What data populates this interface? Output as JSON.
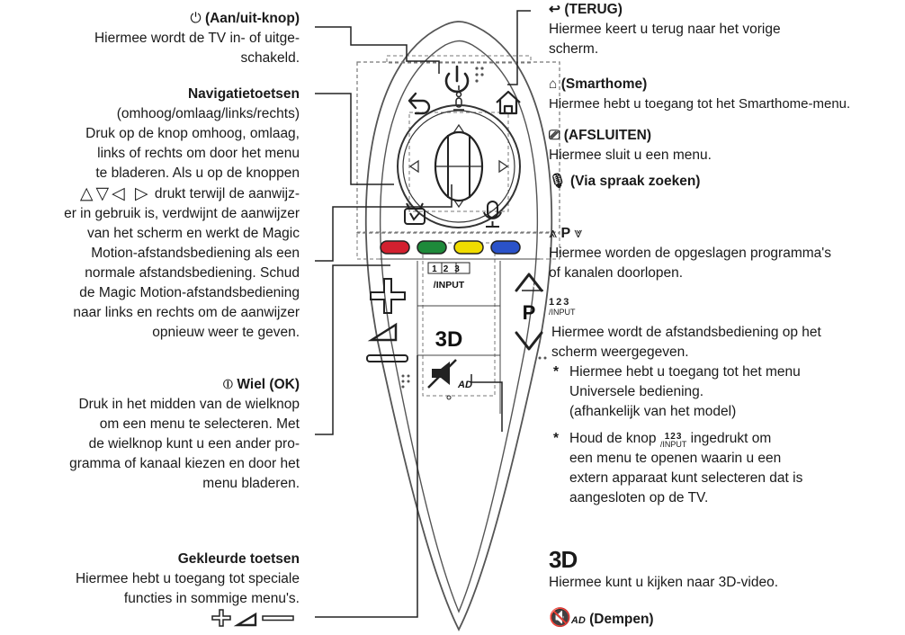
{
  "left": {
    "power": {
      "title": "(Aan/uit-knop)",
      "desc": [
        "Hiermee wordt de TV in- of uitge-",
        "schakeld."
      ]
    },
    "nav": {
      "title": "Navigatietoetsen",
      "desc": [
        "(omhoog/omlaag/links/rechts)",
        "Druk op de knop omhoog, omlaag,",
        "links of rechts om door het menu",
        "te bladeren. Als u op de knoppen",
        "drukt terwijl de aanwijz-",
        "er in gebruik is, verdwijnt de aanwijzer",
        "van het scherm en werkt de Magic",
        "Motion-afstandsbediening als een",
        "normale afstandsbediening. Schud",
        "de Magic Motion-afstandsbediening",
        "naar links en rechts om de aanwijzer",
        "opnieuw weer te geven."
      ]
    },
    "wheel": {
      "title": "Wiel (OK)",
      "desc": [
        "Druk in het midden van de wielknop",
        "om een menu te selecteren. Met",
        "de wielknop kunt u een ander pro-",
        "gramma of kanaal kiezen en door het",
        "menu bladeren."
      ]
    },
    "colors": {
      "title": "Gekleurde toetsen",
      "desc": [
        "Hiermee hebt u toegang tot speciale",
        "functies in sommige menu's."
      ]
    }
  },
  "right": {
    "back": {
      "title": "(TERUG)",
      "desc": [
        "Hiermee keert u terug naar het vorige",
        "scherm."
      ]
    },
    "home": {
      "title": "(Smarthome)",
      "desc": [
        "Hiermee hebt u toegang tot het Smarthome-menu."
      ]
    },
    "exit": {
      "title": "(AFSLUITEN)",
      "desc": [
        "Hiermee sluit u een menu."
      ]
    },
    "voice": {
      "title": "(Via spraak zoeken)"
    },
    "program": {
      "letter": "P",
      "desc": [
        "Hiermee worden de opgeslagen programma's",
        "of kanalen doorlopen."
      ]
    },
    "input": {
      "icon_top": "123",
      "icon_bottom": "/INPUT",
      "desc": [
        "Hiermee wordt de afstandsbediening op het",
        "scherm weergegeven."
      ],
      "bullet1": [
        "Hiermee hebt u toegang tot het menu",
        "Universele bediening.",
        "(afhankelijk van het model)"
      ],
      "bullet2_pre": "Houd de knop",
      "bullet2_post": "ingedrukt om",
      "bullet2": [
        "een menu te openen waarin u een",
        "extern apparaat kunt selecteren dat is",
        "aangesloten op de TV."
      ]
    },
    "three_d": {
      "logo": "3D",
      "desc": [
        "Hiermee kunt u kijken naar 3D-video."
      ]
    },
    "mute": {
      "title": "(Dempen)",
      "icon_sub": "AD"
    }
  },
  "remote": {
    "input_top": "123",
    "input_bottom": "/INPUT",
    "p_label": "P",
    "three_d": "3D",
    "ad_label": "AD",
    "color_buttons": [
      "#d2202f",
      "#1e8a3a",
      "#f0dc00",
      "#2a52c9"
    ]
  }
}
